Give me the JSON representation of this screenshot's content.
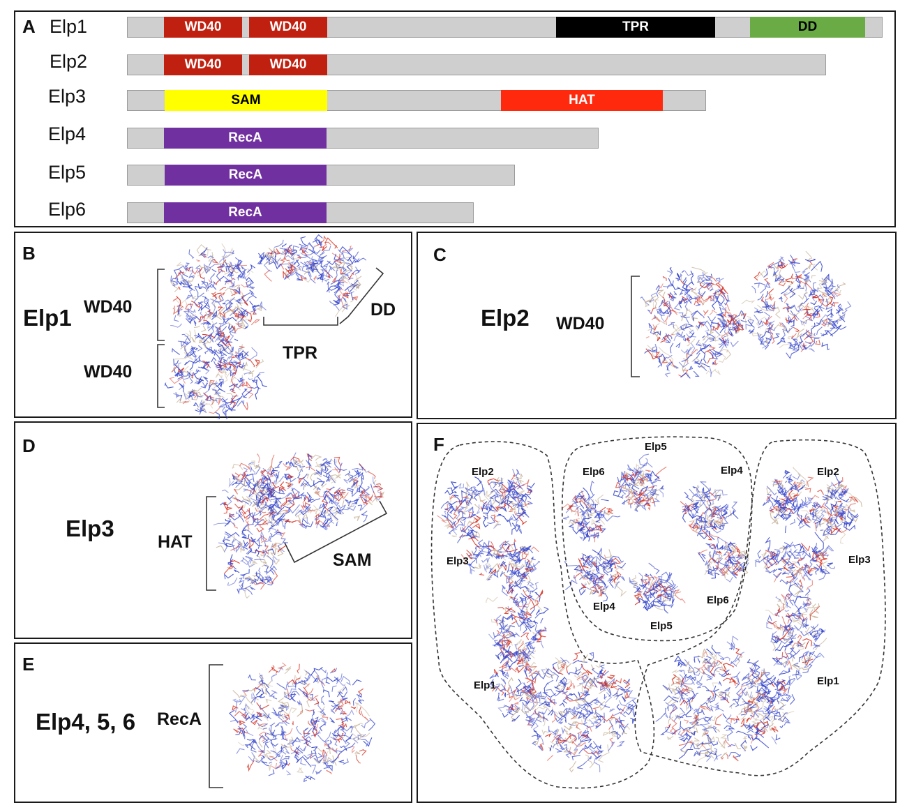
{
  "panel_a": {
    "label": "A",
    "rows": [
      {
        "name": "Elp1",
        "domains": [
          {
            "label": "WD40",
            "color": "#c0200f"
          },
          {
            "label": "WD40",
            "color": "#c0200f"
          },
          {
            "label": "TPR",
            "color": "#000000"
          },
          {
            "label": "DD",
            "color": "#6aab46"
          }
        ]
      },
      {
        "name": "Elp2",
        "domains": [
          {
            "label": "WD40",
            "color": "#c0200f"
          },
          {
            "label": "WD40",
            "color": "#c0200f"
          }
        ]
      },
      {
        "name": "Elp3",
        "domains": [
          {
            "label": "SAM",
            "color": "#ffff00"
          },
          {
            "label": "HAT",
            "color": "#ff2a0e"
          }
        ]
      },
      {
        "name": "Elp4",
        "domains": [
          {
            "label": "RecA",
            "color": "#7030a0"
          }
        ]
      },
      {
        "name": "Elp5",
        "domains": [
          {
            "label": "RecA",
            "color": "#7030a0"
          }
        ]
      },
      {
        "name": "Elp6",
        "domains": [
          {
            "label": "RecA",
            "color": "#7030a0"
          }
        ]
      }
    ]
  },
  "panel_b": {
    "label": "B",
    "protein": "Elp1",
    "wd40_top": "WD40",
    "wd40_bottom": "WD40",
    "tpr": "TPR",
    "dd": "DD"
  },
  "panel_c": {
    "label": "C",
    "protein": "Elp2",
    "domain": "WD40"
  },
  "panel_d": {
    "label": "D",
    "protein": "Elp3",
    "hat": "HAT",
    "sam": "SAM"
  },
  "panel_e": {
    "label": "E",
    "protein": "Elp4, 5, 6",
    "domain": "RecA"
  },
  "panel_f": {
    "label": "F",
    "left_elp2": "Elp2",
    "left_elp3": "Elp3",
    "left_elp1": "Elp1",
    "right_elp2": "Elp2",
    "right_elp3": "Elp3",
    "right_elp1": "Elp1",
    "ring_elp5_top": "Elp5",
    "ring_elp6_top": "Elp6",
    "ring_elp4_top": "Elp4",
    "ring_elp4_bottom": "Elp4",
    "ring_elp6_bottom": "Elp6",
    "ring_elp5_bottom": "Elp5"
  },
  "colors": {
    "bar": "#cfcfcf",
    "mol_blue": "#3344cc",
    "mol_red": "#d83020",
    "mol_tan": "#c8b49a"
  }
}
